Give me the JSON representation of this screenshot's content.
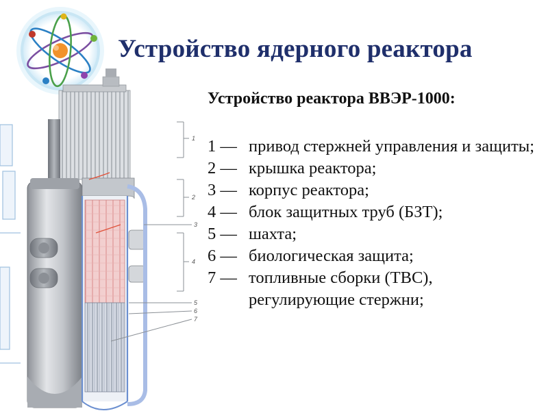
{
  "header": {
    "title": "Устройство ядерного реактора"
  },
  "content": {
    "subtitle": "Устройство реактора ВВЭР-1000:",
    "legend": [
      {
        "num": "1 —",
        "text": "привод стержней управления и защиты;"
      },
      {
        "num": "2 —",
        "text": "крышка реактора;"
      },
      {
        "num": "3 —",
        "text": "корпус реактора;"
      },
      {
        "num": "4 —",
        "text": "блок защитных труб (БЗТ);"
      },
      {
        "num": "5 —",
        "text": "шахта;"
      },
      {
        "num": "6 —",
        "text": "биологическая защита;"
      },
      {
        "num": "7 —",
        "text": "топливные сборки (ТВС), регулирующие стержни;"
      }
    ]
  },
  "diagram": {
    "markers": [
      "1",
      "2",
      "3",
      "4",
      "5",
      "6",
      "7"
    ]
  },
  "icons": {
    "logo": "atom-icon"
  },
  "colors": {
    "title": "#1f2f6b",
    "vessel": "#b9bcc2",
    "core_pink": "#f1c9c9",
    "shaft_blue": "#8fa8d8",
    "leader_line": "#e0523a"
  }
}
